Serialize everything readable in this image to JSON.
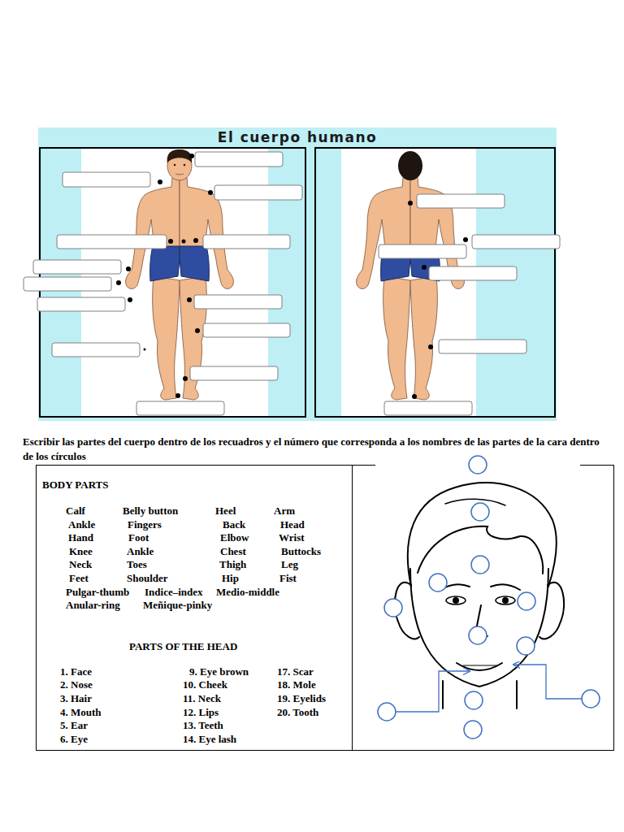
{
  "diagram": {
    "title": "El cuerpo humano",
    "nodes": [
      {
        "text": [
          "BODY PARTS",
          "Calf",
          "Belly button",
          "Heel",
          "Arm",
          "Ankle",
          "Fingers",
          "Back",
          "Head",
          "Hand",
          "Foot",
          "Elbow",
          "Wrist",
          "Knee",
          "Ankle",
          "Chest",
          "Buttocks",
          "Neck",
          "Toes",
          "Thigh",
          "Leg",
          "Feet",
          "Shoulder",
          "Hip",
          "Fist",
          "Pulgar-thumb",
          "Indice–index",
          "Medio-middle",
          "Anular-ring",
          "Meñique-pinky",
          "PARTS OF THE HEAD",
          "1. Face",
          "2. Nose",
          "3. Hair",
          "4. Mouth",
          "5. Ear",
          "6. Eye",
          "9. Eye brown",
          "10. Cheek",
          "11. Neck",
          "12. Lips",
          "13. Teeth",
          "14. Eye lash",
          "17. Scar",
          "18. Mole",
          "19. Eyelids",
          "20. Tooth"
        ]
      }
    ],
    "labels": [
      "Escribir las partes del cuerpo dentro de los recuadros y el número que corresponda a los nombres de las partes de la cara dentro de los círculos"
    ]
  }
}
